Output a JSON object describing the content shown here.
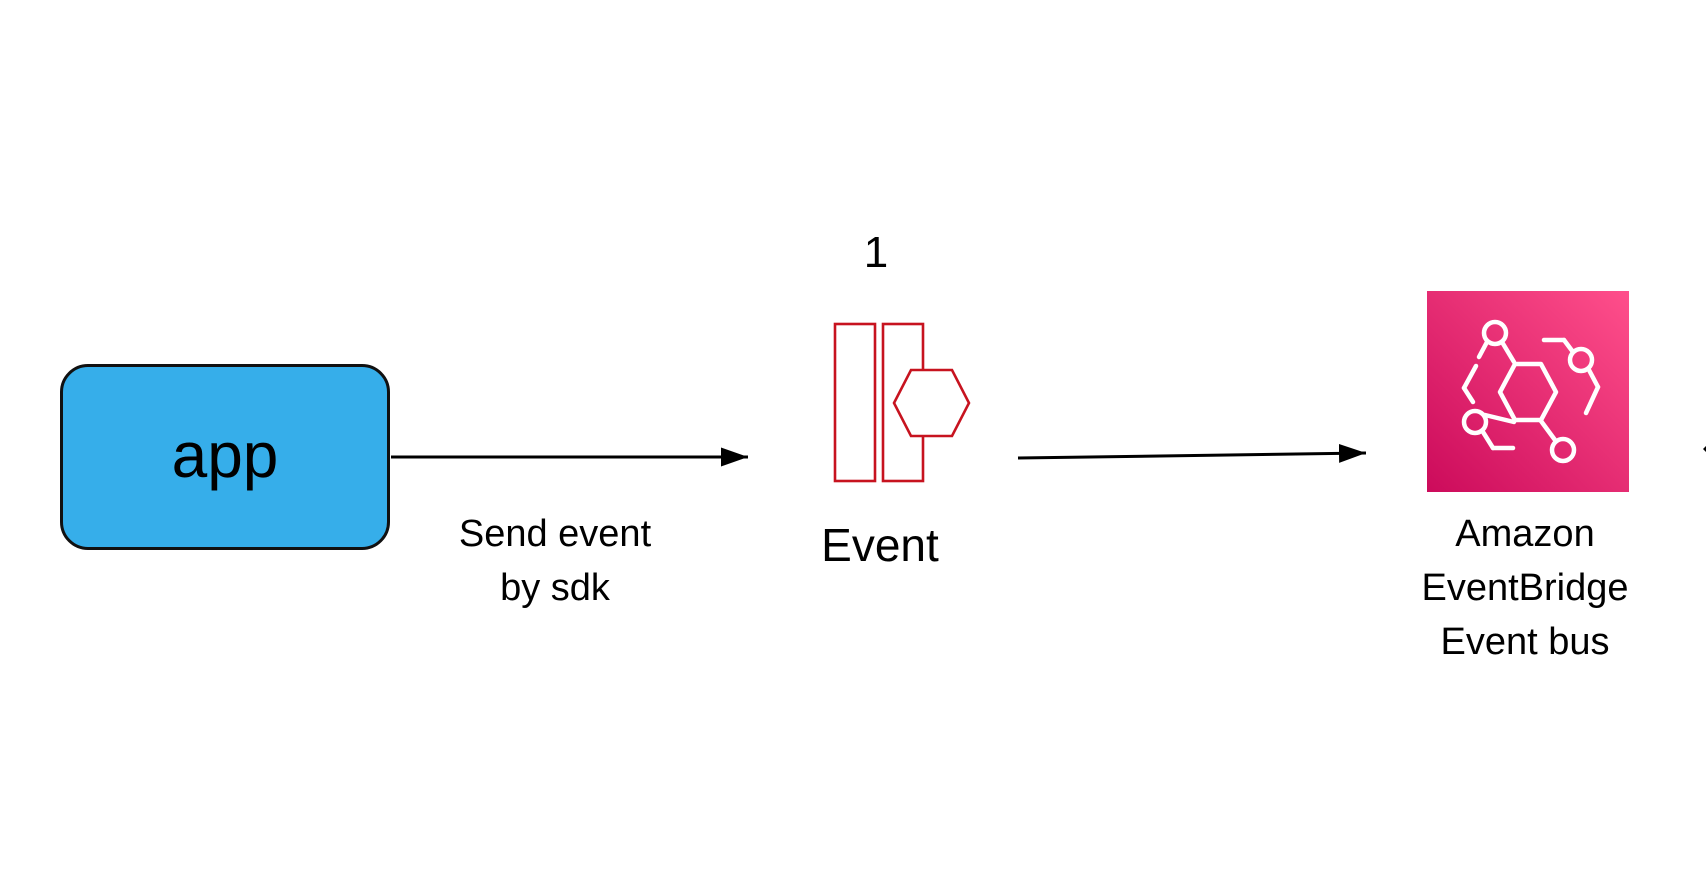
{
  "nodes": {
    "app": {
      "label": "app",
      "fill": "#36aeea"
    },
    "event": {
      "label": "Event",
      "step": "1",
      "icon": "event-icon",
      "color": "#c7131f"
    },
    "event_bus": {
      "label": "Amazon\nEventBridge\nEvent bus",
      "icon": "eventbridge-icon",
      "gradient": [
        "#ff4f8b",
        "#cc0b5b"
      ]
    }
  },
  "edges": {
    "app_to_event": {
      "label": "Send event\nby sdk"
    },
    "event_to_bus": {
      "label": ""
    }
  }
}
